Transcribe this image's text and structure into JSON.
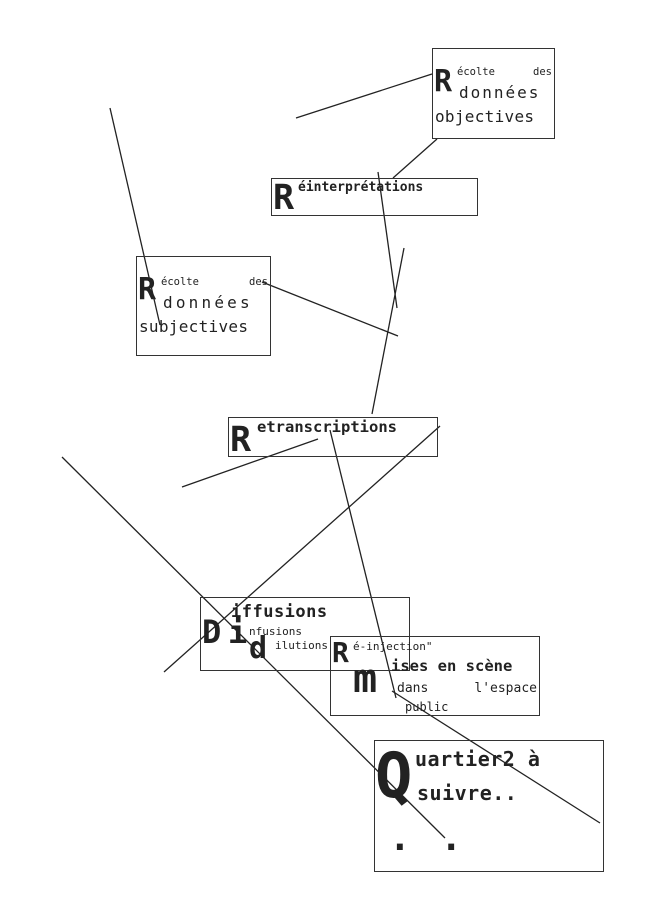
{
  "nodes": {
    "recolte_objectives": {
      "initial": "R",
      "line1_a": "écolte",
      "line1_b": "des",
      "line2": "données",
      "line3": "objectives"
    },
    "reinterpretations": {
      "initial": "R",
      "text": "éinterprétations"
    },
    "recolte_subjectives": {
      "initial": "R",
      "line1_a": "écolte",
      "line1_b": "des",
      "line2": "données",
      "line3": "subjectives"
    },
    "retranscriptions": {
      "initial": "R",
      "text": "etranscriptions"
    },
    "diffusions": {
      "initial_d1": "D",
      "initial_i": "i",
      "initial_d2": "d",
      "line1": "iffusions",
      "line2": "nfusions",
      "line3": "ilutions"
    },
    "mises_en_scene": {
      "initial_r": "R",
      "reinjection": "é-injection\"",
      "initial_m": "m",
      "line1": "ises en scène",
      "line2_a": "dans",
      "line2_b": "l'espace",
      "line3": "public"
    },
    "quartier": {
      "initial": "Q",
      "line1": "uartier2 à",
      "line2": "suivre..",
      "dots": ". ."
    }
  }
}
